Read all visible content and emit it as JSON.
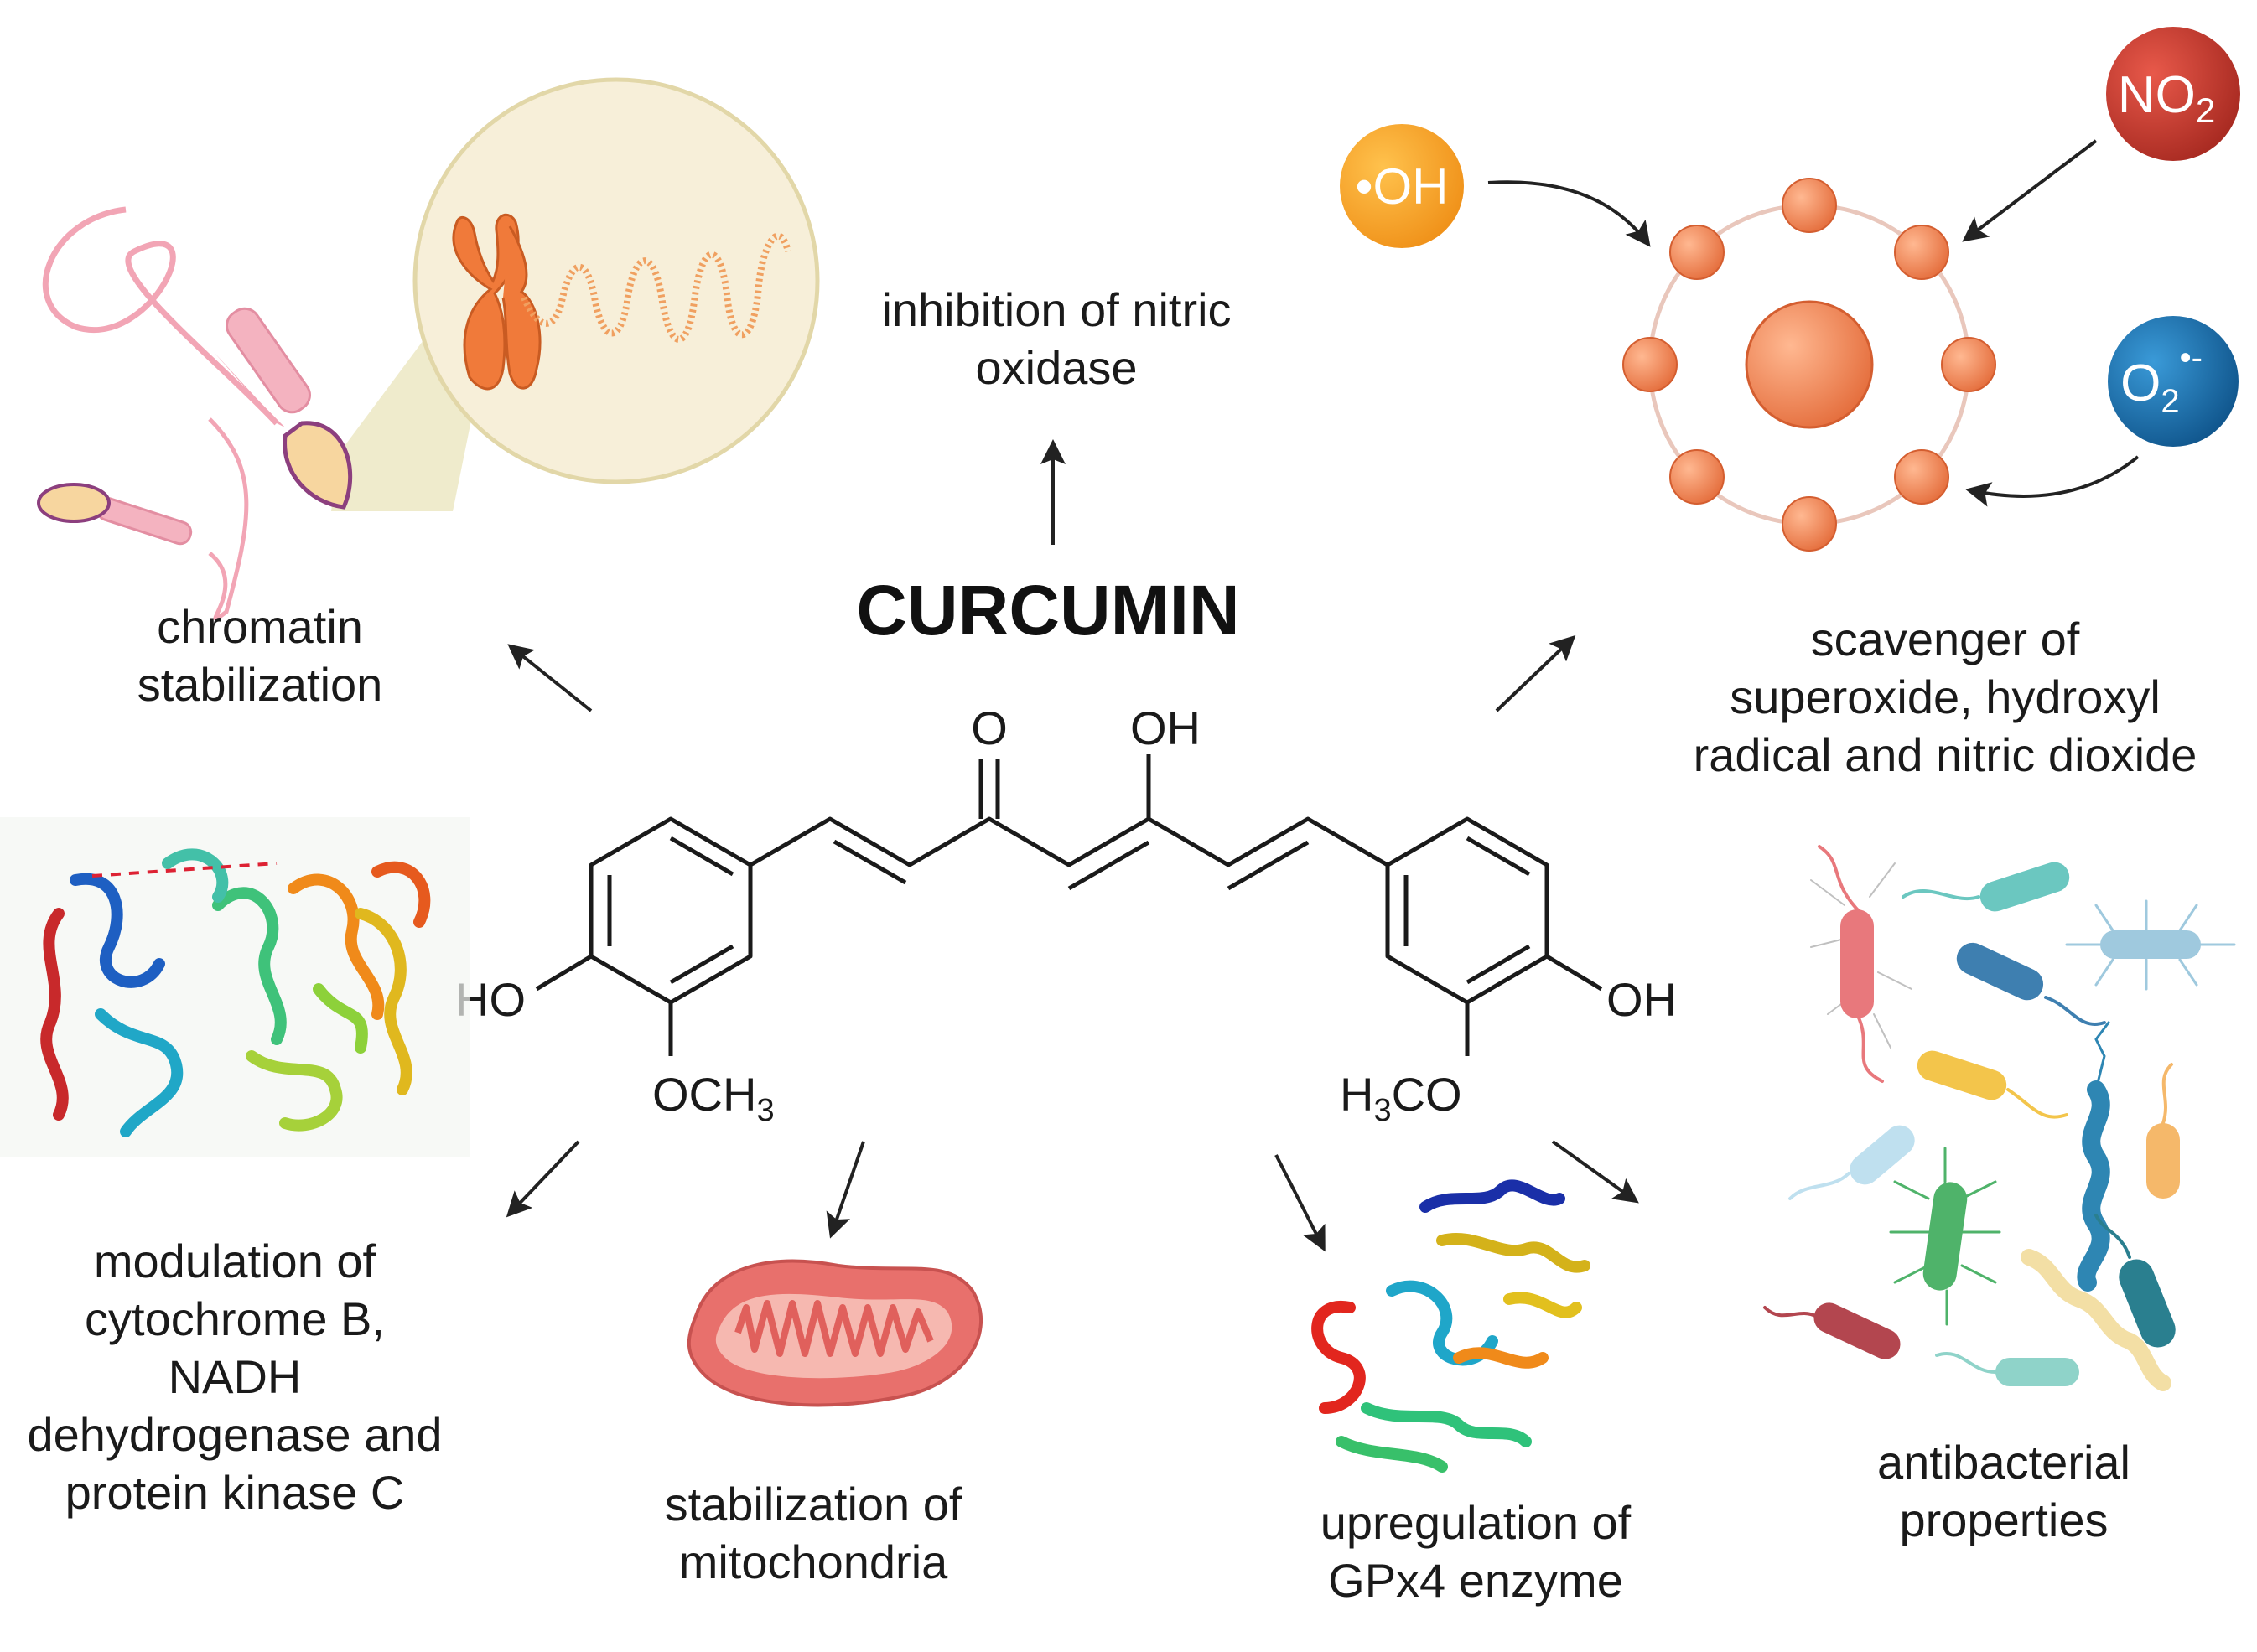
{
  "title": "CURCUMIN",
  "molecule": {
    "o_ketone": "O",
    "oh_enol": "OH",
    "ho_left": "HO",
    "och3_left_main": "OCH",
    "och3_left_sub": "3",
    "oh_right": "OH",
    "h3co_h": "H",
    "h3co_sub": "3",
    "h3co_co": "CO"
  },
  "radicals": {
    "hydroxyl": "•OH",
    "no2_main": "NO",
    "no2_sub": "2",
    "o2_main": "O",
    "o2_sub": "2",
    "o2_sup": "•-"
  },
  "labels": {
    "nitric_oxidase": [
      "inhibition of nitric",
      "oxidase"
    ],
    "chromatin": [
      "chromatin",
      "stabilization"
    ],
    "scavenger": [
      "scavenger of",
      "superoxide, hydroxyl",
      "radical and nitric dioxide"
    ],
    "modulation": [
      "modulation of",
      "cytochrome B,",
      "NADH",
      "dehydrogenase and",
      "protein kinase C"
    ],
    "mitochondria": [
      "stabilization of",
      "mitochondria"
    ],
    "gpx4": [
      "upregulation of",
      "GPx4 enzyme"
    ],
    "antibacterial": [
      "antibacterial",
      "properties"
    ]
  },
  "colors": {
    "atom_orange": "#f08a5d",
    "hydroxyl_orange": "#f5a623",
    "no2_red": "#c83a2e",
    "o2_blue": "#1f78b4",
    "mito_red": "#e8706c",
    "chromosome_orange": "#f07a3a",
    "sperm_pink": "#f2a5b5"
  }
}
